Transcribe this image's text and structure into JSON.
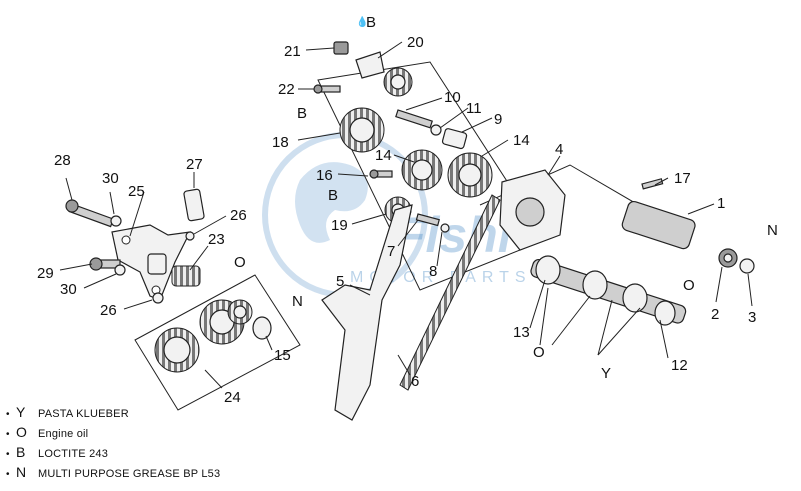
{
  "diagram": {
    "callouts": [
      "1",
      "2",
      "3",
      "4",
      "5",
      "6",
      "7",
      "8",
      "9",
      "10",
      "11",
      "12",
      "13",
      "14",
      "14",
      "15",
      "16",
      "17",
      "18",
      "19",
      "20",
      "21",
      "22",
      "23",
      "24",
      "25",
      "26",
      "26",
      "27",
      "28",
      "29",
      "30",
      "30"
    ],
    "markers": [
      "B",
      "B",
      "B",
      "N",
      "N",
      "O",
      "O",
      "O",
      "Y"
    ],
    "watermark": {
      "logo": "Fishi",
      "subtitle": "MOTOR PARTS"
    },
    "colors": {
      "line": "#222222",
      "watermark": "#1e6fb8"
    }
  },
  "legend": [
    {
      "code": "Y",
      "text": "PASTA KLUEBER"
    },
    {
      "code": "O",
      "text": "Engine oil"
    },
    {
      "code": "B",
      "text": "LOCTITE 243"
    },
    {
      "code": "N",
      "text": "MULTI PURPOSE GREASE BP L53"
    }
  ]
}
